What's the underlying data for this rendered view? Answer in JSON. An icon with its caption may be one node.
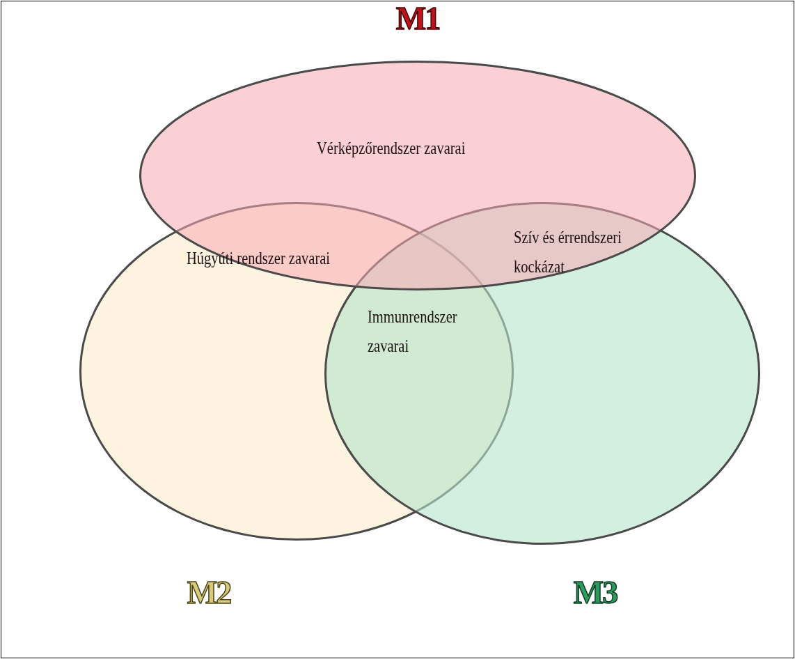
{
  "diagram": {
    "nodes": [
      {
        "text": [
          "M1"
        ]
      },
      {
        "text": [
          "M2"
        ]
      },
      {
        "text": [
          "M3"
        ]
      }
    ],
    "edges": [],
    "labels": [
      "Vérképzőrendszer zavarai",
      "Húgyúti rendszer zavarai",
      "Szív és érrendszeri kockázat",
      "Immunrendszer zavarai"
    ]
  }
}
